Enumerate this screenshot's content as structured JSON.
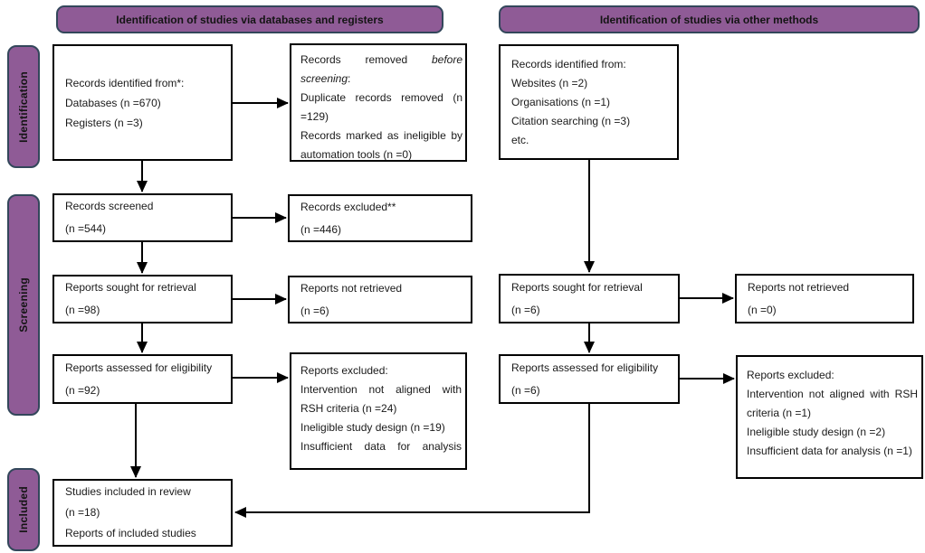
{
  "colors": {
    "purple": "#8f5b96",
    "pill-border": "#33475b"
  },
  "headers": {
    "databases": "Identification of studies via databases and registers",
    "other": "Identification of studies via other methods"
  },
  "sidebar": {
    "identification": "Identification",
    "screening": "Screening",
    "included": "Included"
  },
  "db": {
    "identified": {
      "title": "Records identified from*:",
      "items": [
        "Databases (n =670)",
        "Registers (n =3)"
      ]
    },
    "removed": {
      "intro_normal": "Records removed ",
      "intro_italic": "before screening",
      "intro_colon": ":",
      "items": [
        "Duplicate records removed (n =129)",
        "Records marked as ineligible by automation tools (n =0)"
      ]
    },
    "screened": {
      "line1": "Records screened",
      "line2": "(n =544)"
    },
    "excluded": {
      "line1": "Records excluded**",
      "line2": "(n =446)"
    },
    "sought": {
      "line1": "Reports sought for retrieval",
      "line2": "(n =98)"
    },
    "not_retrieved": {
      "line1": "Reports not retrieved",
      "line2": "(n =6)"
    },
    "assessed": {
      "line1": "Reports assessed for eligibility",
      "line2": "(n =92)"
    },
    "reports_excluded": {
      "title": "Reports excluded:",
      "items": [
        "Intervention not aligned with RSH criteria (n =24)",
        "Ineligible study design (n =19)",
        "Insufficient data for analysis"
      ]
    },
    "included": {
      "line1": "Studies included in review",
      "line2": "(n =18)",
      "line3": "Reports of included studies"
    }
  },
  "other": {
    "identified": {
      "title": "Records identified from:",
      "items": [
        "Websites (n =2)",
        "Organisations (n =1)",
        "Citation searching (n =3)",
        "etc."
      ]
    },
    "sought": {
      "line1": "Reports sought for retrieval",
      "line2": "(n =6)"
    },
    "not_retrieved": {
      "line1": "Reports not retrieved",
      "line2": "(n =0)"
    },
    "assessed": {
      "line1": "Reports assessed for eligibility",
      "line2": "(n =6)"
    },
    "reports_excluded": {
      "title": "Reports excluded:",
      "items": [
        "Intervention not aligned with RSH criteria (n =1)",
        "Ineligible study design (n =2)",
        "Insufficient data for analysis (n =1)"
      ]
    }
  }
}
